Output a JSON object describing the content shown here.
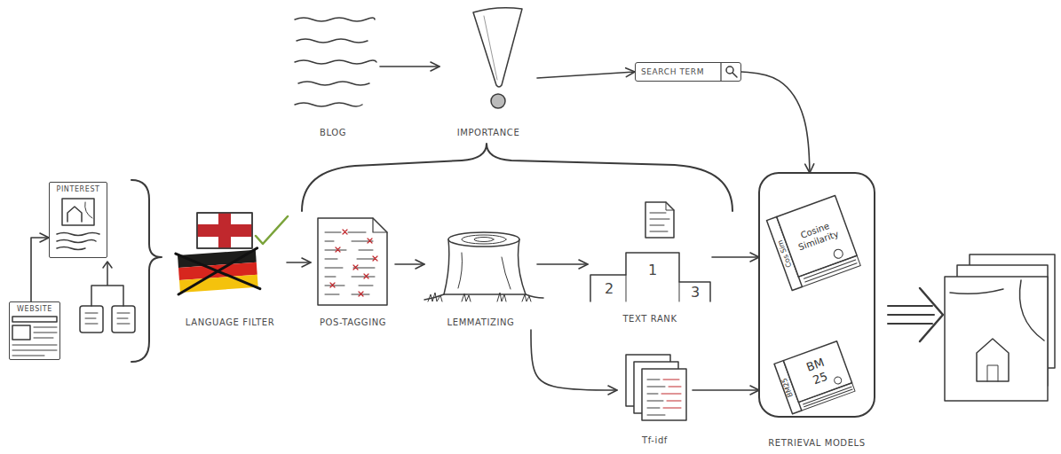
{
  "diagram": {
    "nodes": [
      {
        "text": [
          "BLOG"
        ]
      },
      {
        "text": [
          "IMPORTANCE"
        ]
      },
      {
        "text": [
          "SEARCH TERM"
        ]
      },
      {
        "text": [
          "PINTEREST"
        ]
      },
      {
        "text": [
          "WEBSITE"
        ]
      },
      {
        "text": [
          "LANGUAGE FILTER"
        ]
      },
      {
        "text": [
          "POS-TAGGING"
        ]
      },
      {
        "text": [
          "LEMMATIZING"
        ]
      },
      {
        "text": [
          "TEXT RANK"
        ]
      },
      {
        "text": [
          "RETRIEVAL MODELS"
        ]
      },
      {
        "text": [
          "Cosine Similarity",
          "Cos Sim"
        ],
        "in": 9
      },
      {
        "text": [
          "BM 25",
          "BM25"
        ],
        "in": 9
      },
      {
        "text": [
          "Tf-idf"
        ]
      }
    ],
    "edges": [
      {
        "from": 0,
        "to": 1,
        "arrow": "to"
      },
      {
        "from": 1,
        "to": 2,
        "arrow": "to"
      },
      {
        "from": 2,
        "to": 9,
        "arrow": "to"
      },
      {
        "from": 4,
        "to": 3,
        "arrow": "to"
      },
      {
        "from": 5,
        "to": 6,
        "arrow": "to"
      },
      {
        "from": 6,
        "to": 7,
        "arrow": "to"
      },
      {
        "from": 7,
        "to": 8,
        "arrow": "to"
      },
      {
        "from": 7,
        "to": 12,
        "arrow": "to"
      },
      {
        "from": 8,
        "to": 9,
        "arrow": "to"
      },
      {
        "from": 12,
        "to": 9,
        "arrow": "to"
      }
    ],
    "labels": [
      "1",
      "2",
      "3"
    ]
  }
}
